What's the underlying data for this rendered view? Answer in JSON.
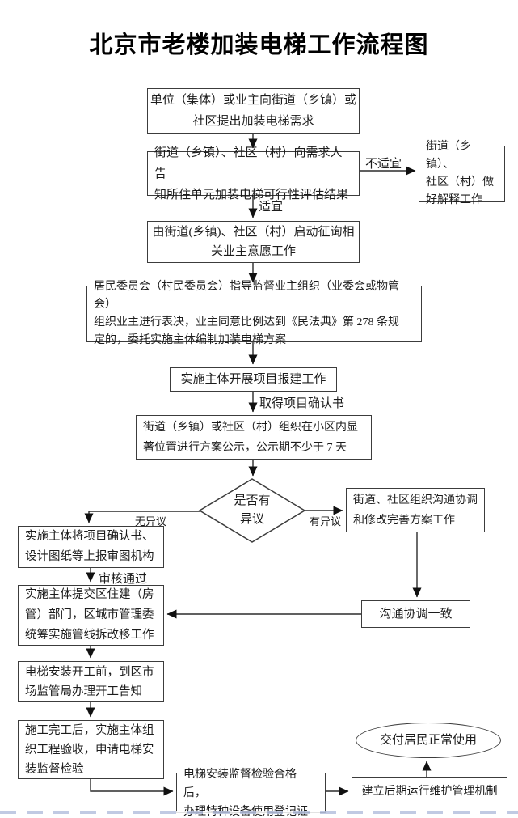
{
  "title": "北京市老楼加装电梯工作流程图",
  "nodes": {
    "demand": {
      "text": "单位（集体）或业主向街道（乡镇）或\n社区提出加装电梯需求"
    },
    "notify": {
      "text": "街道（乡镇）、社区（村）向需求人告\n知所住单元加装电梯可行性评估结果"
    },
    "explain": {
      "text": "街道（乡镇）、\n社区（村）做\n好解释工作"
    },
    "consult": {
      "text": "由街道(乡镇)、社区（村）启动征询相\n关业主意愿工作"
    },
    "vote": {
      "text": "居民委员会（村民委员会）指导监督业主组织（业委会或物管会）\n组织业主进行表决，业主同意比例达到《民法典》第 278 条规\n定的，委托实施主体编制加装电梯方案"
    },
    "filing": {
      "text": "实施主体开展项目报建工作"
    },
    "publicity": {
      "text": "街道（乡镇）或社区（村）组织在小区内显\n著位置进行方案公示，公示期不少于 7 天"
    },
    "decision": {
      "text": "是否有\n异议"
    },
    "coordinate": {
      "text": "街道、社区组织沟通协调\n和修改完善方案工作"
    },
    "agree": {
      "text": "沟通协调一致"
    },
    "review": {
      "text": "实施主体将项目确认书、\n设计图纸等上报审图机构"
    },
    "pipeline": {
      "text": "实施主体提交区住建（房\n管）部门，区城市管理委\n统筹实施管线拆改移工作"
    },
    "start_notice": {
      "text": "电梯安装开工前，到区市\n场监管局办理开工告知"
    },
    "acceptance": {
      "text": "施工完工后，实施主体组\n织工程验收，申请电梯安\n装监督检验"
    },
    "registration": {
      "text": "电梯安装监督检验合格后，\n办理特种设备使用登记证"
    },
    "maintenance": {
      "text": "建立后期运行维护管理机制"
    },
    "delivery": {
      "text": "交付居民正常使用"
    }
  },
  "edge_labels": {
    "unsuitable": "不适宜",
    "suitable": "适宜",
    "confirmation": "取得项目确认书",
    "objection": "有异议",
    "no_objection": "无异议",
    "approved": "审核通过"
  },
  "colors": {
    "line": "#2b2b2b",
    "box_border": "#3c3c3c",
    "bottom_strip": "#b6c1de"
  }
}
